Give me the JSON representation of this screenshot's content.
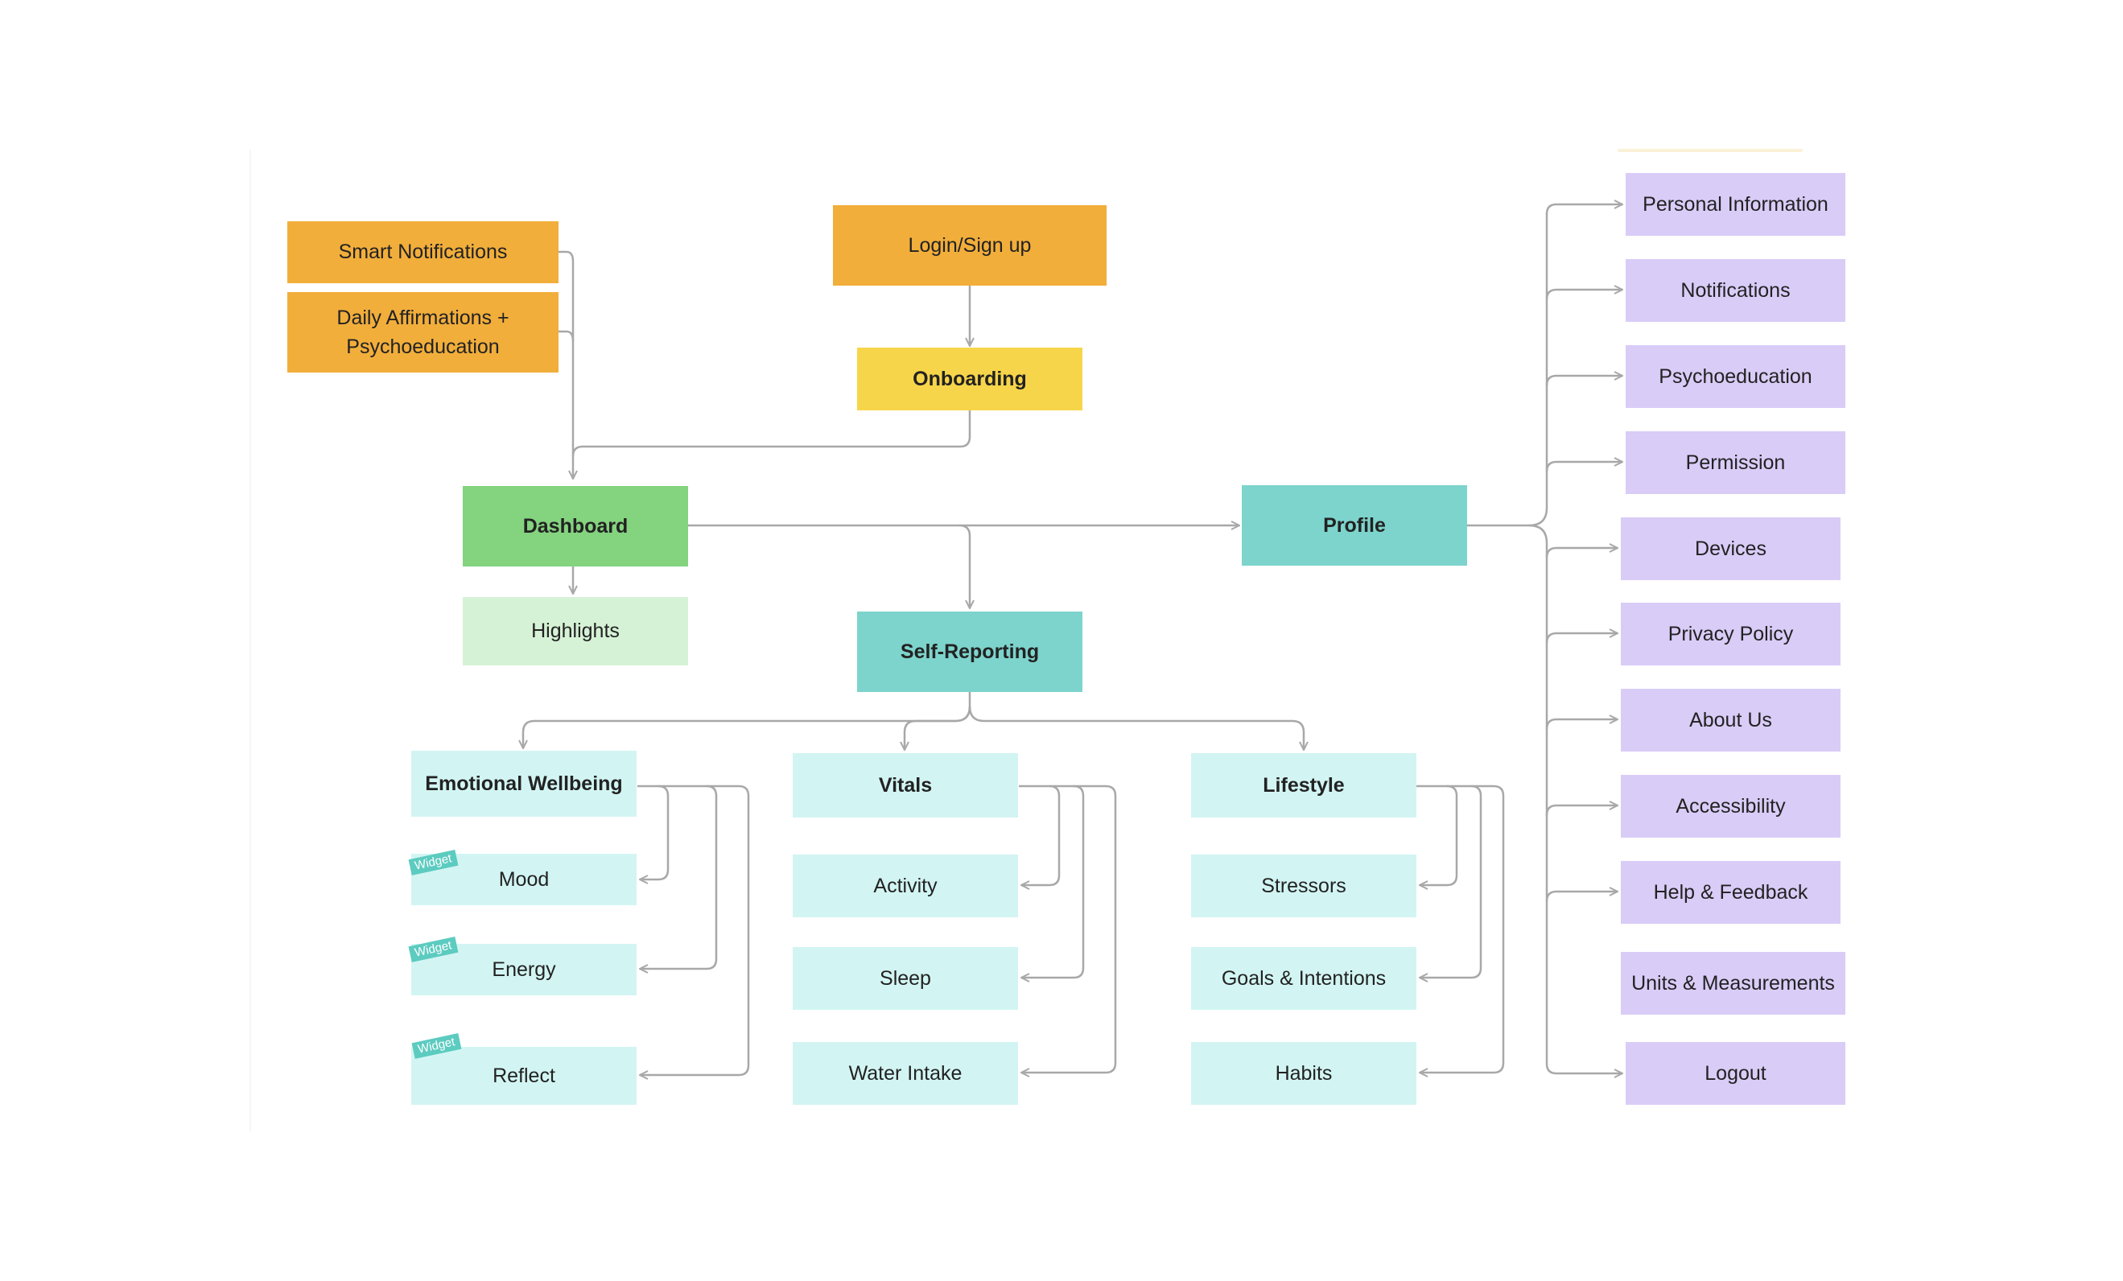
{
  "colors": {
    "orange": "#f2ae3b",
    "yellow": "#f7d54a",
    "green": "#84d37f",
    "light_green": "#d6f2d6",
    "teal": "#7dd4cc",
    "light_cyan": "#d2f5f3",
    "lilac": "#d9ccf7",
    "widget_tag": "#5ccbc0",
    "connector": "#a8a8a8"
  },
  "nodes": {
    "smart_notifications": "Smart Notifications",
    "daily_affirmations": "Daily Affirmations + Psychoeducation",
    "login_signup": "Login/Sign up",
    "onboarding": "Onboarding",
    "dashboard": "Dashboard",
    "highlights": "Highlights",
    "profile": "Profile",
    "self_reporting": "Self-Reporting",
    "emotional_wellbeing": "Emotional Wellbeing",
    "vitals": "Vitals",
    "lifestyle": "Lifestyle",
    "mood": "Mood",
    "energy": "Energy",
    "reflect": "Reflect",
    "activity": "Activity",
    "sleep": "Sleep",
    "water_intake": "Water Intake",
    "stressors": "Stressors",
    "goals_intentions": "Goals & Intentions",
    "habits": "Habits"
  },
  "widget_tag": "Widget",
  "profile_items": [
    "Personal Information",
    "Notifications",
    "Psychoeducation",
    "Permission",
    "Devices",
    "Privacy Policy",
    "About Us",
    "Accessibility",
    "Help & Feedback",
    "Units & Measurements",
    "Logout"
  ]
}
